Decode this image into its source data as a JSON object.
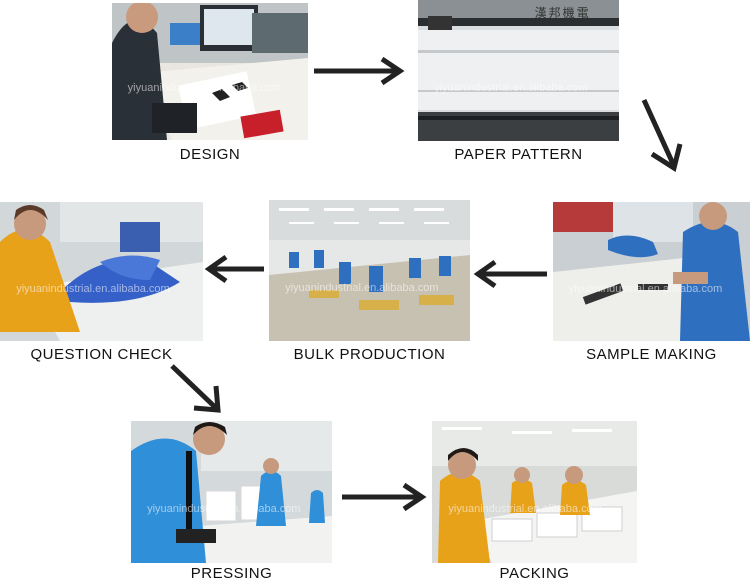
{
  "steps": [
    {
      "label": "DESIGN",
      "watermark": "yiyuanindustrial.en.alibaba.com"
    },
    {
      "label": "PAPER PATTERN",
      "watermark": "yiyuanindustrial.en.alibaba.com",
      "machine_text": "漢邦機電"
    },
    {
      "label": "SAMPLE MAKING",
      "watermark": "yiyuanindustrial.en.alibaba.com"
    },
    {
      "label": "BULK PRODUCTION",
      "watermark": "yiyuanindustrial.en.alibaba.com"
    },
    {
      "label": "QUESTION CHECK",
      "watermark": "yiyuanindustrial.en.alibaba.com"
    },
    {
      "label": "PRESSING",
      "watermark": "yiyuanindustrial.en.alibaba.com"
    },
    {
      "label": "PACKING",
      "watermark": "yiyuanindustrial.en.alibaba.com"
    }
  ],
  "flow": [
    {
      "from": "DESIGN",
      "to": "PAPER PATTERN"
    },
    {
      "from": "PAPER PATTERN",
      "to": "SAMPLE MAKING"
    },
    {
      "from": "SAMPLE MAKING",
      "to": "BULK PRODUCTION"
    },
    {
      "from": "BULK PRODUCTION",
      "to": "QUESTION CHECK"
    },
    {
      "from": "QUESTION CHECK",
      "to": "PRESSING"
    },
    {
      "from": "PRESSING",
      "to": "PACKING"
    }
  ],
  "colors": {
    "arrow": "#222222",
    "label": "#111111",
    "worker_blue": "#2f6fc0",
    "worker_yellow": "#e8a21a"
  }
}
